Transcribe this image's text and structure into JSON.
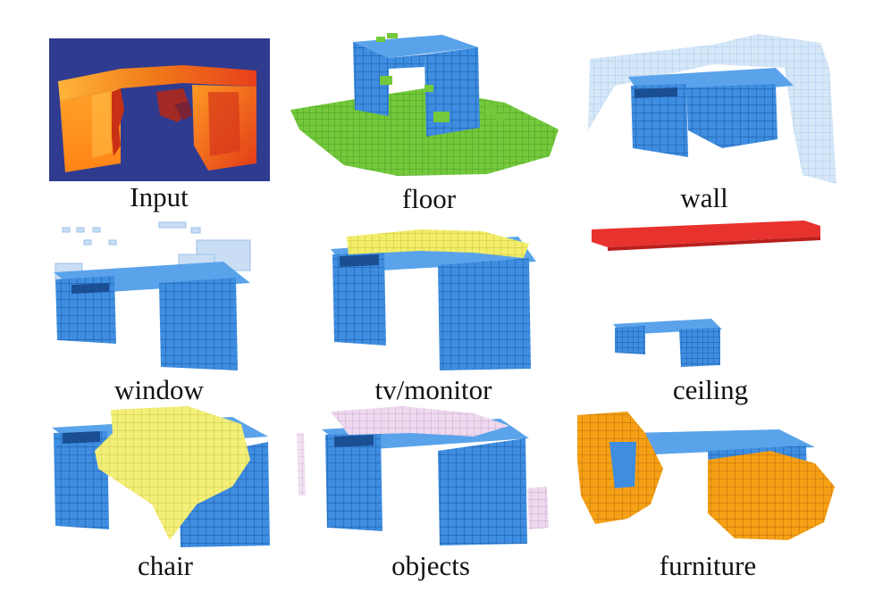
{
  "figure": {
    "panels": [
      {
        "key": "input",
        "label": "Input",
        "highlight_color": "#ff8a1c"
      },
      {
        "key": "floor",
        "label": "floor",
        "highlight_color": "#73c93b"
      },
      {
        "key": "wall",
        "label": "wall",
        "highlight_color": "#bcd9f5"
      },
      {
        "key": "window",
        "label": "window",
        "highlight_color": "#bcd9f5"
      },
      {
        "key": "tvmonitor",
        "label": "tv/monitor",
        "highlight_color": "#f2ee6a"
      },
      {
        "key": "ceiling",
        "label": "ceiling",
        "highlight_color": "#e8322e"
      },
      {
        "key": "chair",
        "label": "chair",
        "highlight_color": "#f3ef78"
      },
      {
        "key": "objects",
        "label": "objects",
        "highlight_color": "#eed9ef"
      },
      {
        "key": "furniture",
        "label": "furniture",
        "highlight_color": "#f5a016"
      }
    ],
    "desk_voxel_color": "#3e8de0",
    "depth_background_color": "#2f3b8f"
  }
}
